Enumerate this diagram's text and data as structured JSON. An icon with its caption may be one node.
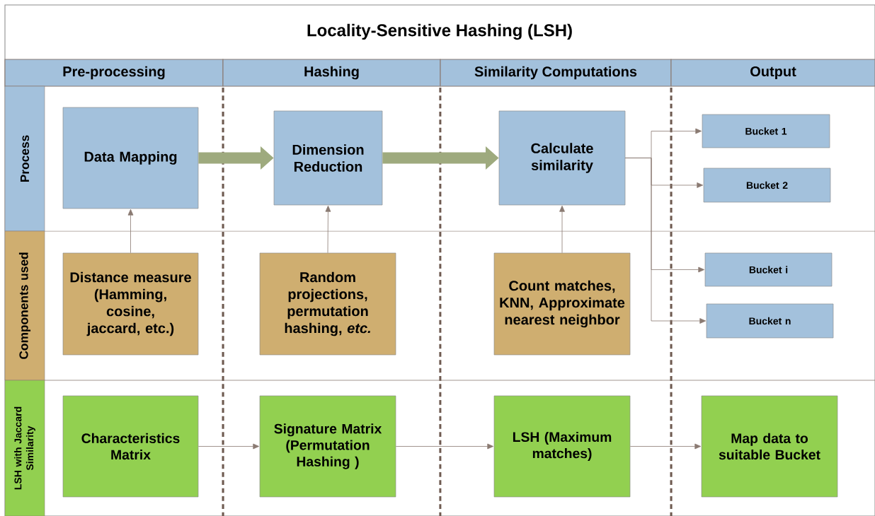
{
  "diagram": {
    "title": "Locality-Sensitive Hashing (LSH)",
    "nodes": [
      {
        "text": [
          "Pre-processing"
        ]
      },
      {
        "text": [
          "Hashing"
        ]
      },
      {
        "text": [
          "Similarity Computations"
        ]
      },
      {
        "text": [
          "Output"
        ]
      },
      {
        "text": [
          "Process"
        ]
      },
      {
        "text": [
          "Components used"
        ]
      },
      {
        "text": [
          "LSH with Jaccard Similarity"
        ]
      },
      {
        "text": [
          "Data Mapping"
        ]
      },
      {
        "text": [
          "Dimension Reduction"
        ]
      },
      {
        "text": [
          "Calculate similarity"
        ]
      },
      {
        "text": [
          "Bucket 1"
        ]
      },
      {
        "text": [
          "Bucket 2"
        ]
      },
      {
        "text": [
          "Bucket i"
        ]
      },
      {
        "text": [
          "Bucket n"
        ]
      },
      {
        "text": [
          "Distance measure (Hamming, cosine, jaccard, etc.)"
        ]
      },
      {
        "text": [
          "Random projections, permutation hashing, *etc.*"
        ]
      },
      {
        "text": [
          "Count matches, KNN, Approximate nearest neighbor"
        ]
      },
      {
        "text": [
          "Characteristics Matrix"
        ]
      },
      {
        "text": [
          "Signature Matrix (Permutation Hashing )"
        ]
      },
      {
        "text": [
          "LSH (Maximum matches)"
        ]
      },
      {
        "text": [
          "Map data to suitable Bucket"
        ]
      }
    ],
    "edges": [
      {
        "from": 7,
        "to": 8,
        "arrow": "to",
        "style": "thick",
        "color": "#9eaa7e"
      },
      {
        "from": 8,
        "to": 9,
        "arrow": "to",
        "style": "thick",
        "color": "#9eaa7e"
      },
      {
        "from": 9,
        "to": 10,
        "arrow": "to"
      },
      {
        "from": 9,
        "to": 11,
        "arrow": "to"
      },
      {
        "from": 9,
        "to": 12,
        "arrow": "to"
      },
      {
        "from": 9,
        "to": 13,
        "arrow": "to"
      },
      {
        "from": 14,
        "to": 7,
        "arrow": "to"
      },
      {
        "from": 15,
        "to": 8,
        "arrow": "to"
      },
      {
        "from": 16,
        "to": 9,
        "arrow": "to"
      },
      {
        "from": 17,
        "to": 18,
        "arrow": "to"
      },
      {
        "from": 18,
        "to": 19,
        "arrow": "to"
      },
      {
        "from": 19,
        "to": 20,
        "arrow": "to"
      }
    ]
  }
}
